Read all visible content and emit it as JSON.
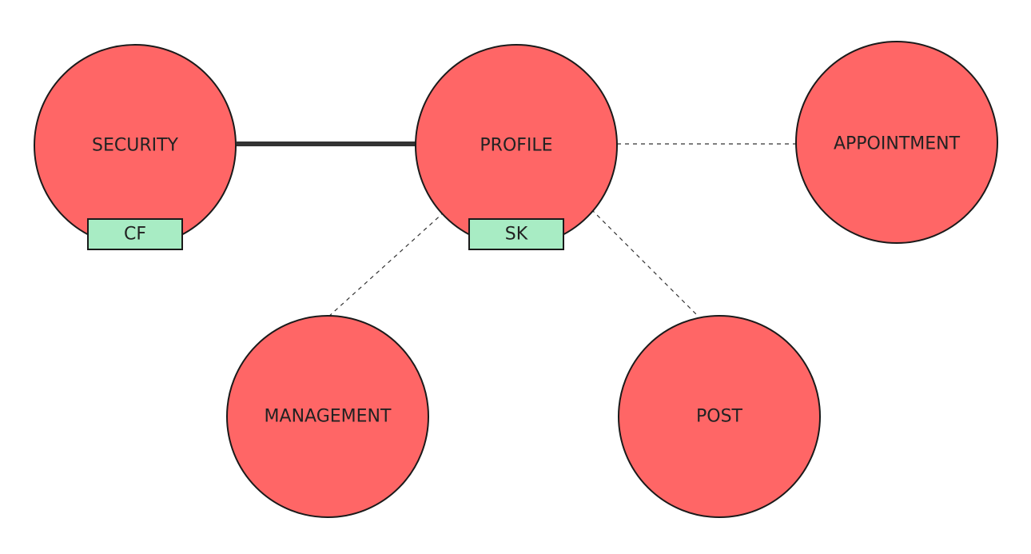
{
  "diagram": {
    "colors": {
      "node_fill": "#ff6666",
      "badge_fill": "#a8ecc4",
      "stroke": "#1a1a1a",
      "edge": "#333333"
    },
    "nodes": {
      "security": {
        "label": "SECURITY",
        "badge": "CF"
      },
      "profile": {
        "label": "PROFILE",
        "badge": "SK"
      },
      "appointment": {
        "label": "APPOINTMENT"
      },
      "management": {
        "label": "MANAGEMENT"
      },
      "post": {
        "label": "POST"
      }
    },
    "edges": [
      {
        "from": "security",
        "to": "profile",
        "style": "solid"
      },
      {
        "from": "profile",
        "to": "appointment",
        "style": "dashed"
      },
      {
        "from": "profile",
        "to": "management",
        "style": "dashed"
      },
      {
        "from": "profile",
        "to": "post",
        "style": "dashed"
      }
    ]
  }
}
